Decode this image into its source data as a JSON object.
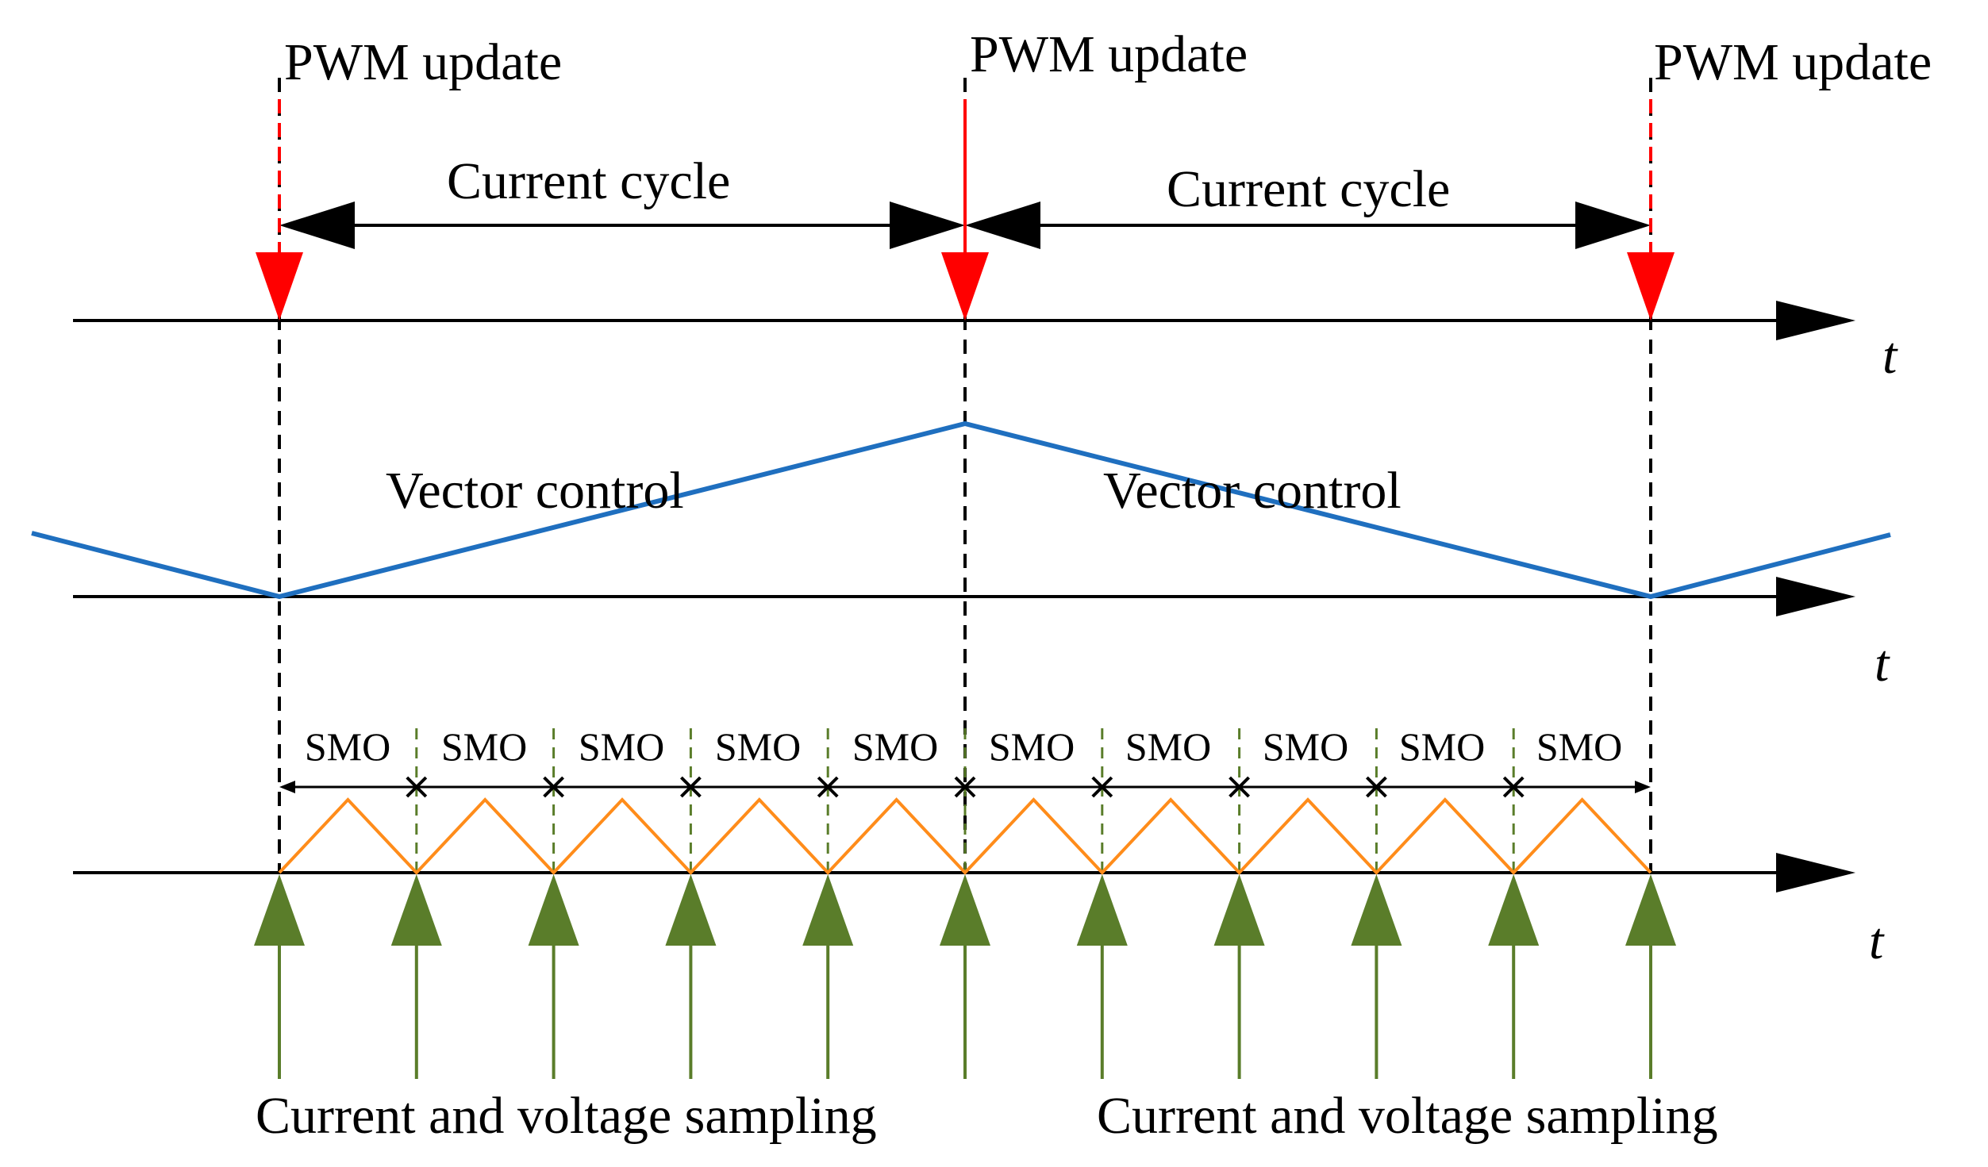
{
  "labels": {
    "pwm_update": "PWM update",
    "current_cycle": "Current cycle",
    "vector_control": "Vector control",
    "smo": "SMO",
    "sampling": "Current and voltage sampling",
    "time_axis": "t"
  },
  "colors": {
    "axis": "#000000",
    "pwm_marker": "#ff0000",
    "vector_wave": "#1f6fbf",
    "smo_wave": "#ff8c1a",
    "sampling_marker": "#5a7d2a",
    "text": "#000000"
  },
  "structure": {
    "pwm_update_count": 3,
    "current_cycle_count": 2,
    "vector_control_count": 2,
    "smo_interval_count": 10,
    "sampling_label_count": 2,
    "sampling_marker_count": 11,
    "time_axis_count": 3
  }
}
